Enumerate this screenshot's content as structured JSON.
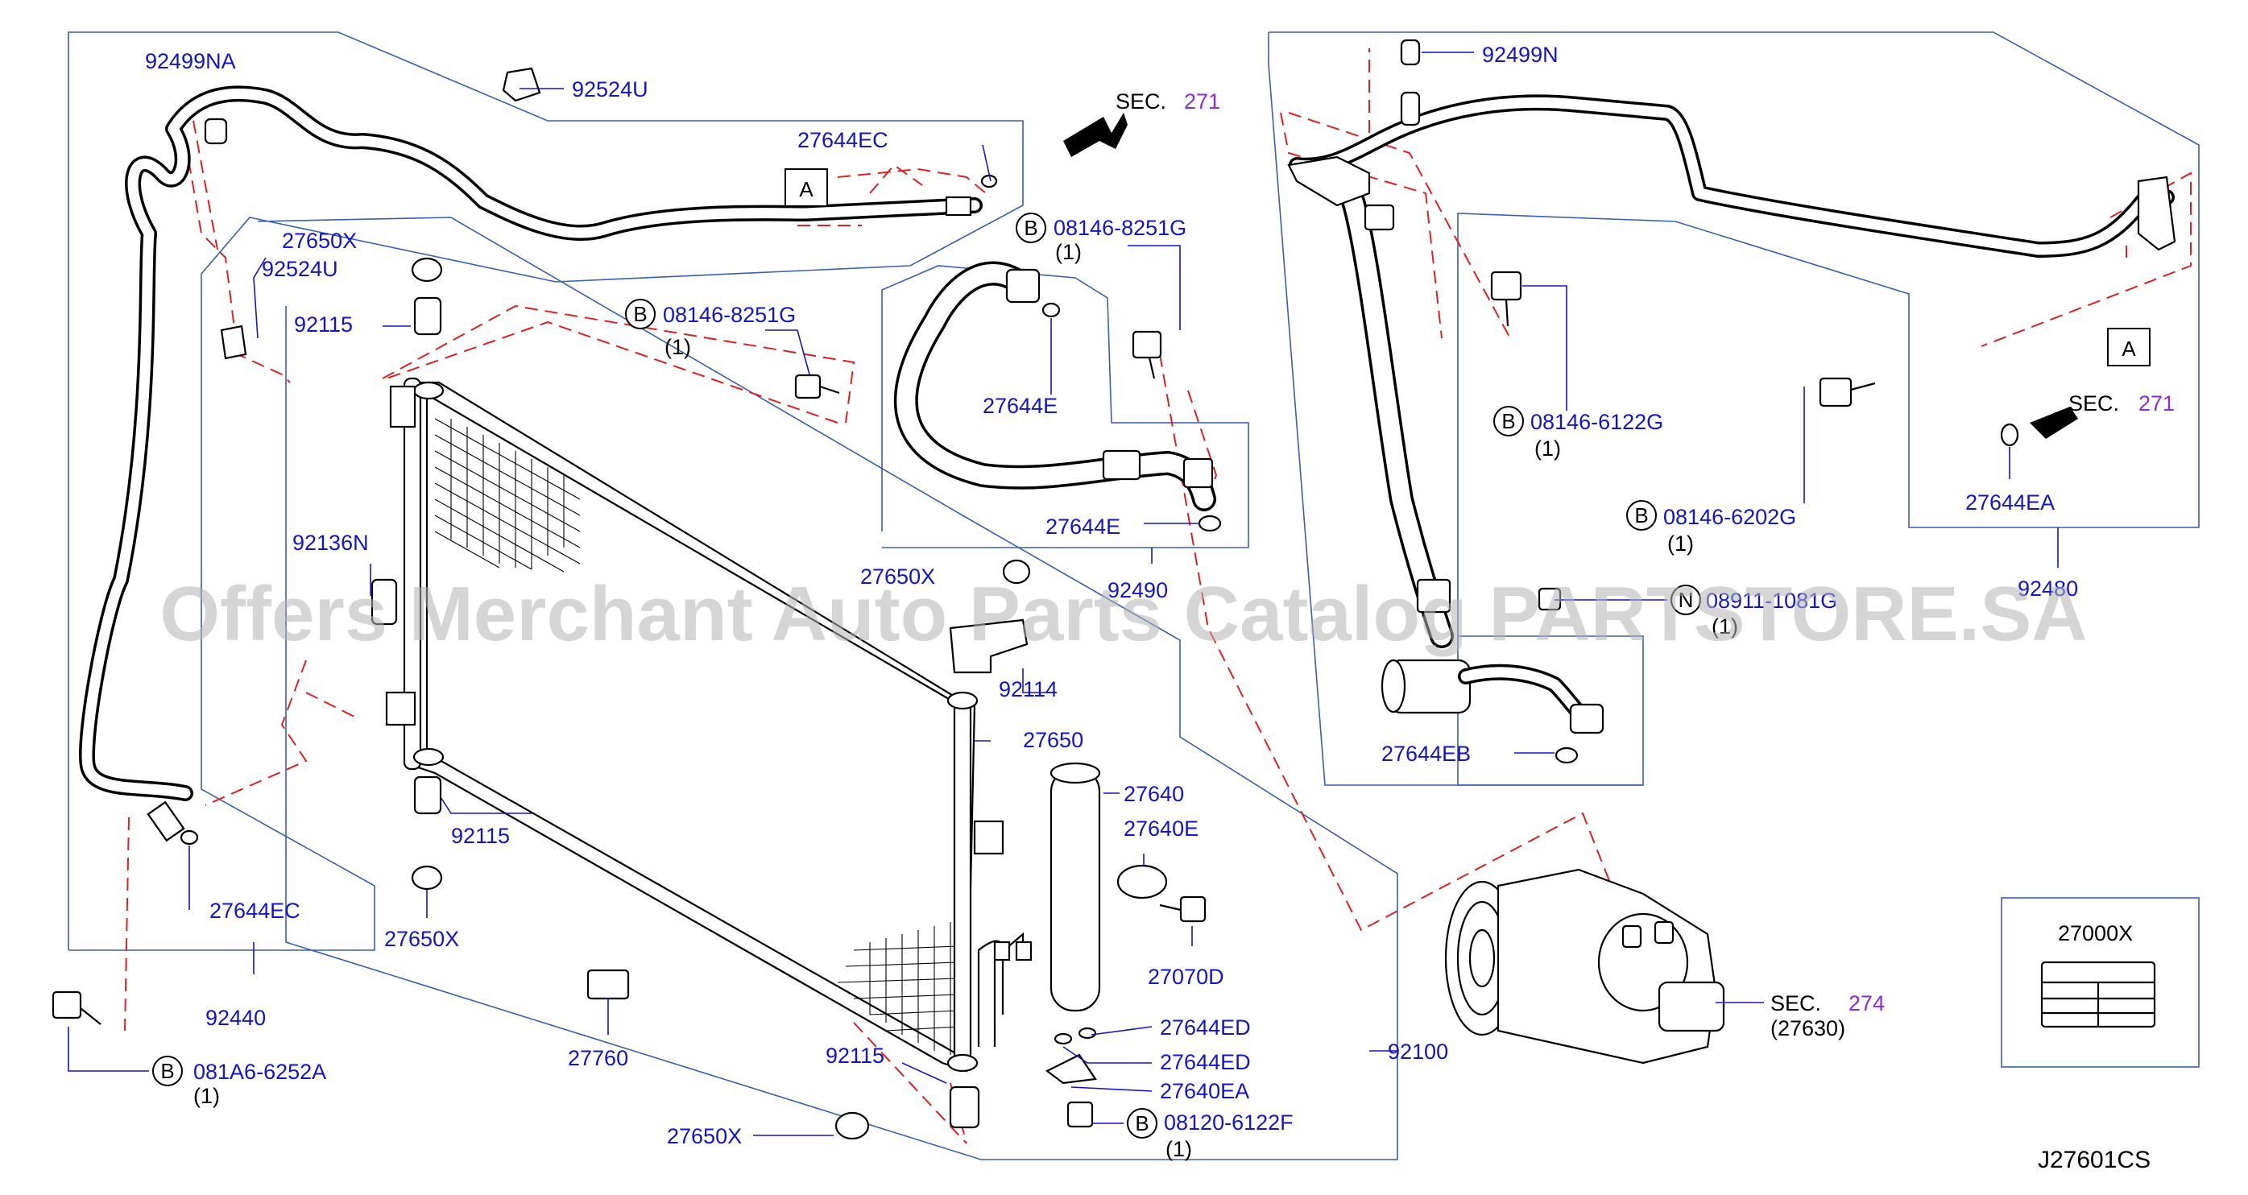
{
  "diagram_id": "J27601CS",
  "watermark": "Offers Merchant Auto Parts Catalog PARTSTORE.SA",
  "labels": {
    "p92499NA": "92499NA",
    "p92524U_top": "92524U",
    "p27644EC_top": "27644EC",
    "p27650X_top": "27650X",
    "p92524U_left": "92524U",
    "p92115_top": "92115",
    "p08146_8251G_mid": "08146-8251G",
    "p08146_8251G_right": "08146-8251G",
    "p27644E_a": "27644E",
    "p27644E_b": "27644E",
    "p92490": "92490",
    "p92136N": "92136N",
    "p27650X_mid": "27650X",
    "p92114": "92114",
    "p27650": "27650",
    "p27640": "27640",
    "p27640E": "27640E",
    "p27070D": "27070D",
    "p92115_mid": "92115",
    "p27644EC_bottom": "27644EC",
    "p27650X_left": "27650X",
    "p92440": "92440",
    "p081A6_6252A": "081A6-6252A",
    "p27760": "27760",
    "p92115_bottom": "92115",
    "p27650X_bottom": "27650X",
    "p27644ED_a": "27644ED",
    "p27644ED_b": "27644ED",
    "p27640EA": "27640EA",
    "p08120_6122F": "08120-6122F",
    "p92100": "92100",
    "p27630": "(27630)",
    "p92499N": "92499N",
    "p08146_6122G": "08146-6122G",
    "p08146_6202G": "08146-6202G",
    "p08911_1081G": "08911-1081G",
    "p27644EA": "27644EA",
    "p92480": "92480",
    "p27644EB": "27644EB",
    "p27000X": "27000X"
  },
  "qty": {
    "q1": "(1)"
  },
  "callouts": {
    "b": "B",
    "n": "N",
    "a": "A"
  },
  "sections": {
    "sec_label": "SEC.",
    "sec271": "271",
    "sec274": "274"
  },
  "colors": {
    "part_number": "#1414cc",
    "section_number": "#8a2be2",
    "leader_line": "#3a5fb0",
    "dashed_line": "#e02020"
  }
}
